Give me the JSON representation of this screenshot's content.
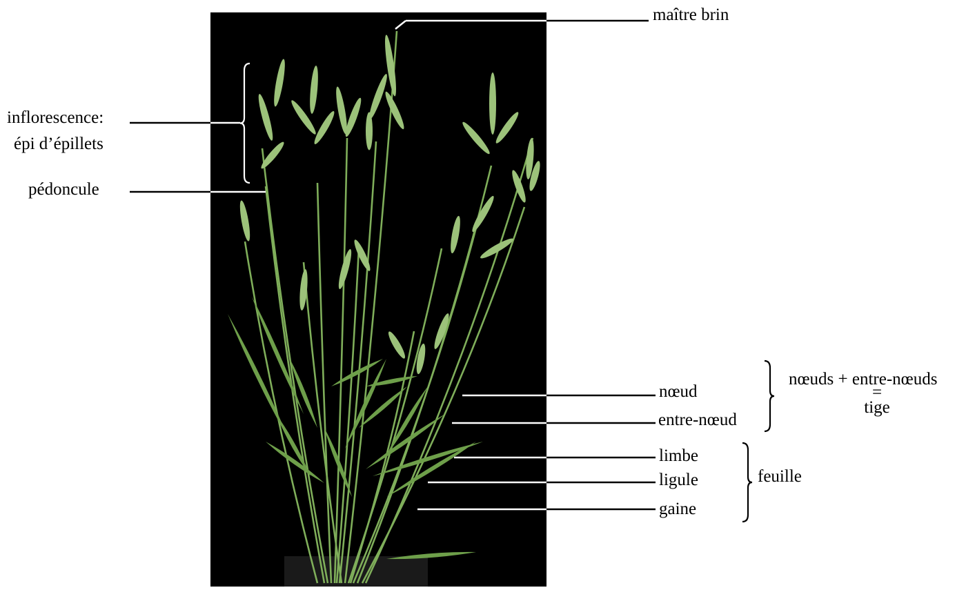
{
  "labels": {
    "maitre_brin": "maître brin",
    "inflorescence_line1": "inflorescence:",
    "inflorescence_line2": "épi d’épillets",
    "pedoncule": "pédoncule",
    "noeud": "nœud",
    "entre_noeud": "entre-nœud",
    "tige_line1": "nœuds + entre-nœuds",
    "tige_equals": "=",
    "tige_line2": "tige",
    "limbe": "limbe",
    "ligule": "ligule",
    "gaine": "gaine",
    "feuille": "feuille"
  },
  "colors": {
    "photo_background": "#000000",
    "plant_green": "#7fae5a",
    "label_line_on_white": "#000000",
    "label_line_on_photo": "#ffffff"
  }
}
